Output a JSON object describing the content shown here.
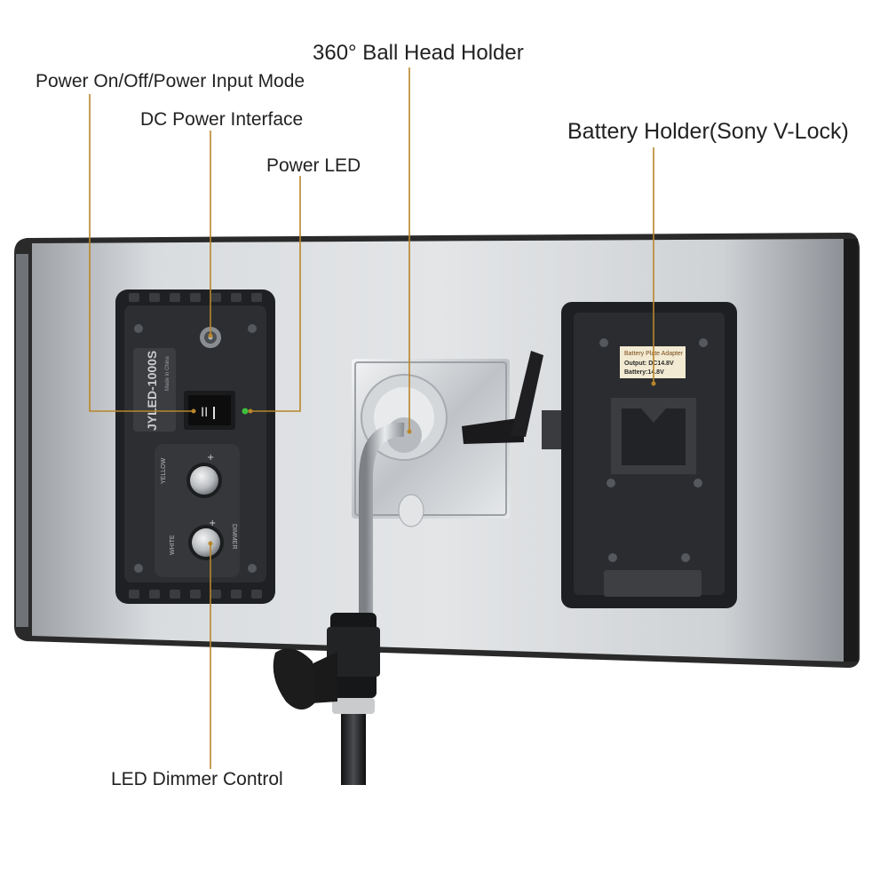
{
  "callouts": {
    "ball_head": "360° Ball Head Holder",
    "power_switch": "Power On/Off/Power Input Mode",
    "dc_power": "DC Power Interface",
    "power_led": "Power LED",
    "battery_holder": "Battery Holder(Sony V-Lock)",
    "dimmer": "LED Dimmer Control"
  },
  "control_box": {
    "model": "JYLED-1000S",
    "made_in": "Made in China",
    "knob_yellow": "YELLOW",
    "knob_white": "WHITE",
    "dimmer": "DIMMER",
    "plus": "+",
    "minus": "−"
  },
  "battery_plate": {
    "title": "Battery Plate Adapter",
    "output": "Output: DC14.8V",
    "battery": "Battery:14.8V"
  },
  "colors": {
    "leader_line": "#b8862b",
    "panel": "#c9ccd0",
    "housing": "#2b2d30"
  }
}
